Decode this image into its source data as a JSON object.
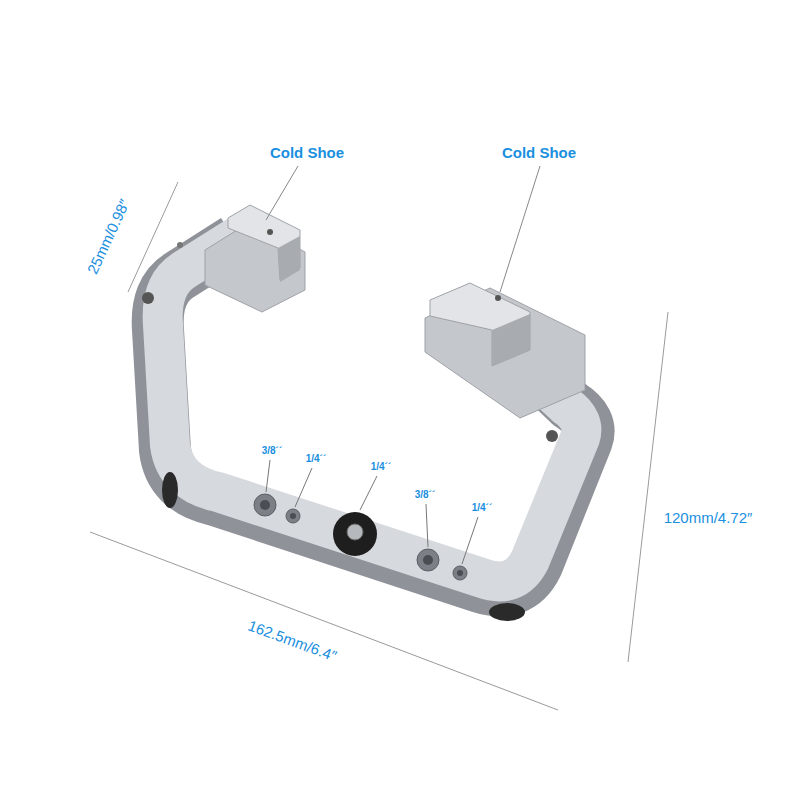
{
  "diagram": {
    "labels": [
      "Cold Shoe",
      "Cold Shoe",
      "25mm/0.98″",
      "3/8´´",
      "1/4´´",
      "1/4´´",
      "3/8´´",
      "1/4´´",
      "120mm/4.72″",
      "162.5mm/6.4″"
    ]
  }
}
